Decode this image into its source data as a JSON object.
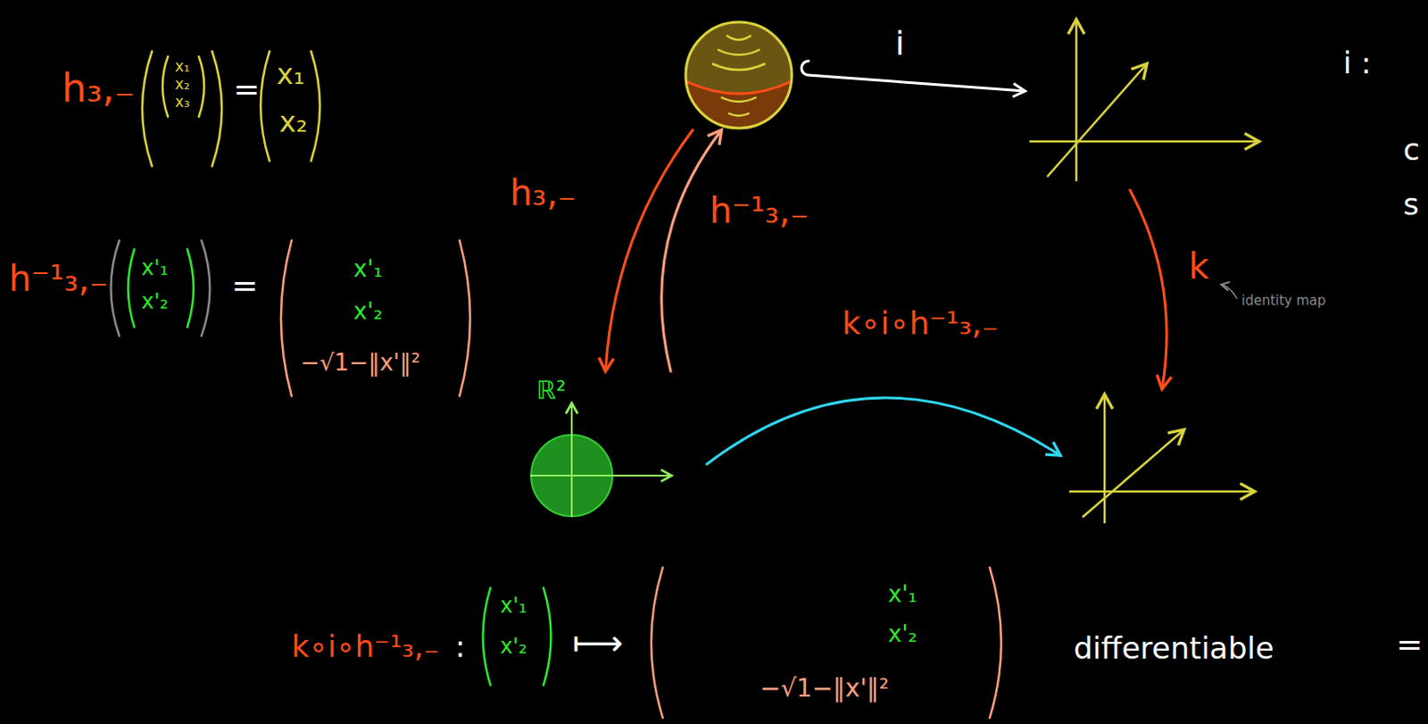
{
  "diagram": {
    "nodes": [
      {
        "text": []
      },
      {
        "text": []
      },
      {
        "text": [
          "ℝ²"
        ]
      },
      {
        "text": []
      }
    ],
    "edges": [
      {
        "from": 0,
        "to": 1,
        "arrow": "to",
        "label": "i"
      },
      {
        "from": 0,
        "to": 2,
        "arrow": "to",
        "label": "h₃,₋"
      },
      {
        "from": 2,
        "to": 0,
        "arrow": "to",
        "label": "h⁻¹₃,₋"
      },
      {
        "from": 1,
        "to": 3,
        "arrow": "to",
        "label": "k"
      },
      {
        "from": 2,
        "to": 3,
        "arrow": "to",
        "label": "k∘i∘h⁻¹₃,₋"
      }
    ],
    "labels": [
      "h₃,₋",
      "x₁",
      "x₂",
      "x₃",
      "=",
      "x₁",
      "x₂",
      "h⁻¹₃,₋",
      "x'₁",
      "x'₂",
      "=",
      "x'₁",
      "x'₂",
      "−√1−‖x'‖²",
      "i :",
      "c",
      "s",
      "identity map",
      "k∘i∘h⁻¹₃,₋",
      ":",
      "x'₁",
      "x'₂",
      "⟼",
      "x'₁",
      "x'₂",
      "−√1−‖x'‖²",
      "differentiable",
      "="
    ]
  }
}
